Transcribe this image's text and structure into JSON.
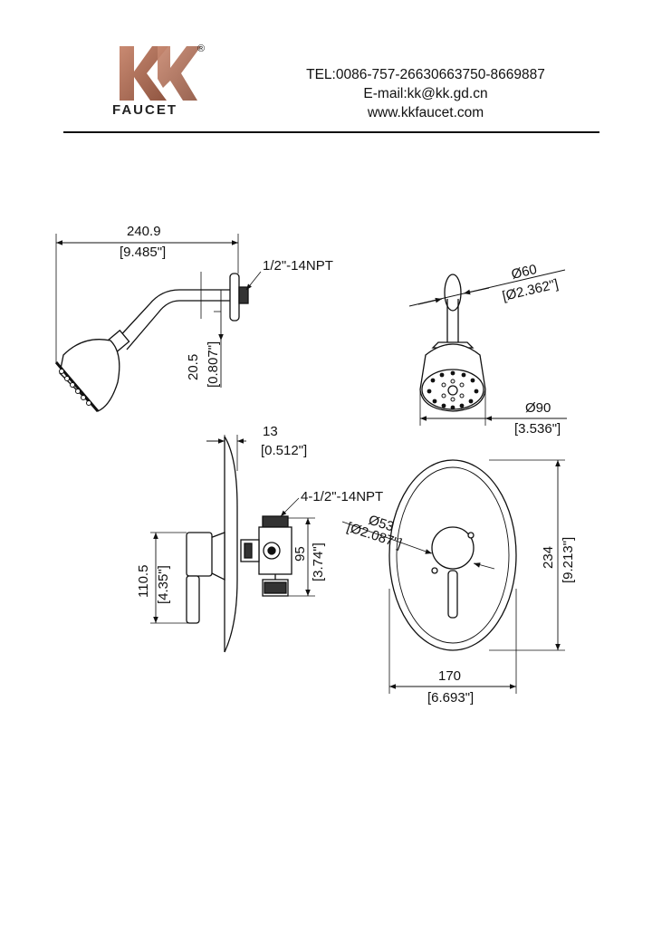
{
  "brand": {
    "logo_letters": "KK",
    "name": "FAUCET",
    "registered_mark": "®",
    "colors": {
      "logo_copper": "#b7755e",
      "logo_copper_dark": "#8e5440"
    }
  },
  "contact": {
    "tel": "TEL:0086-757-26630663750-8669887",
    "email": "E-mail:kk@kk.gd.cn",
    "website": "www.kkfaucet.com"
  },
  "dimensions": {
    "overall_length_mm": "240.9",
    "overall_length_in": "[9.485\"]",
    "arm_thread": "1/2\"-14NPT",
    "drop_mm": "20.5",
    "drop_in": "[0.807\"]",
    "flange_dia_mm": "Ø60",
    "flange_dia_in": "[Ø2.362\"]",
    "head_dia_mm": "Ø90",
    "head_dia_in": "[3.536\"]",
    "trim_depth_mm": "13",
    "trim_depth_in": "[0.512\"]",
    "valve_thread": "4-1/2\"-14NPT",
    "handle_height_mm": "110.5",
    "handle_height_in": "[4.35\"]",
    "valve_height_mm": "95",
    "valve_height_in": "[3.74\"]",
    "escutcheon_hub_mm": "Ø53",
    "escutcheon_hub_in": "[Ø2.087\"]",
    "escutcheon_height_mm": "234",
    "escutcheon_height_in": "[9.213\"]",
    "escutcheon_width_mm": "170",
    "escutcheon_width_in": "[6.693\"]"
  }
}
